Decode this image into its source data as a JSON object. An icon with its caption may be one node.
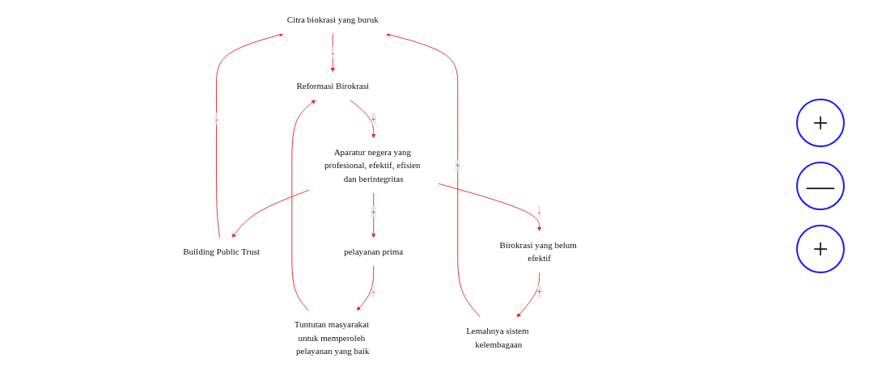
{
  "diagram": {
    "nodes": [
      {
        "text": [
          "Citra biokrasi yang buruk"
        ]
      },
      {
        "text": [
          "Reformasi Birokrasi"
        ]
      },
      {
        "text": [
          "Tuntutan masyarakat untuk memperoleh pelayanan yang baik"
        ]
      },
      {
        "text": [
          "Lemahnya sistem kelembagaan"
        ]
      },
      {
        "text": [
          "Building Public Trust"
        ]
      },
      {
        "text": [
          "Aparatur negera yang profesional, efektif, efisien dan berintegritas"
        ]
      },
      {
        "text": [
          "Birokrasi yang belum efektif"
        ]
      },
      {
        "text": [
          "pelayanan prima"
        ]
      }
    ],
    "edges": [
      {
        "from": 0,
        "to": 1,
        "arrow": "to",
        "label": "-"
      },
      {
        "from": 1,
        "to": 5,
        "arrow": "to",
        "label": "+"
      },
      {
        "from": 5,
        "to": 6,
        "arrow": "to",
        "label": "-"
      },
      {
        "from": 6,
        "to": 3,
        "arrow": "to",
        "label": "+"
      },
      {
        "from": 3,
        "to": 0,
        "arrow": "to",
        "label": "+"
      },
      {
        "from": 4,
        "to": 0,
        "arrow": "to",
        "label": "-"
      },
      {
        "from": 5,
        "to": 4,
        "arrow": "to"
      },
      {
        "from": 5,
        "to": 7,
        "arrow": "to",
        "label": "+"
      },
      {
        "from": 7,
        "to": 2,
        "arrow": "to",
        "label": "-"
      },
      {
        "from": 2,
        "to": 1,
        "arrow": "to"
      }
    ],
    "labels": [
      "+",
      "—",
      "+"
    ]
  }
}
